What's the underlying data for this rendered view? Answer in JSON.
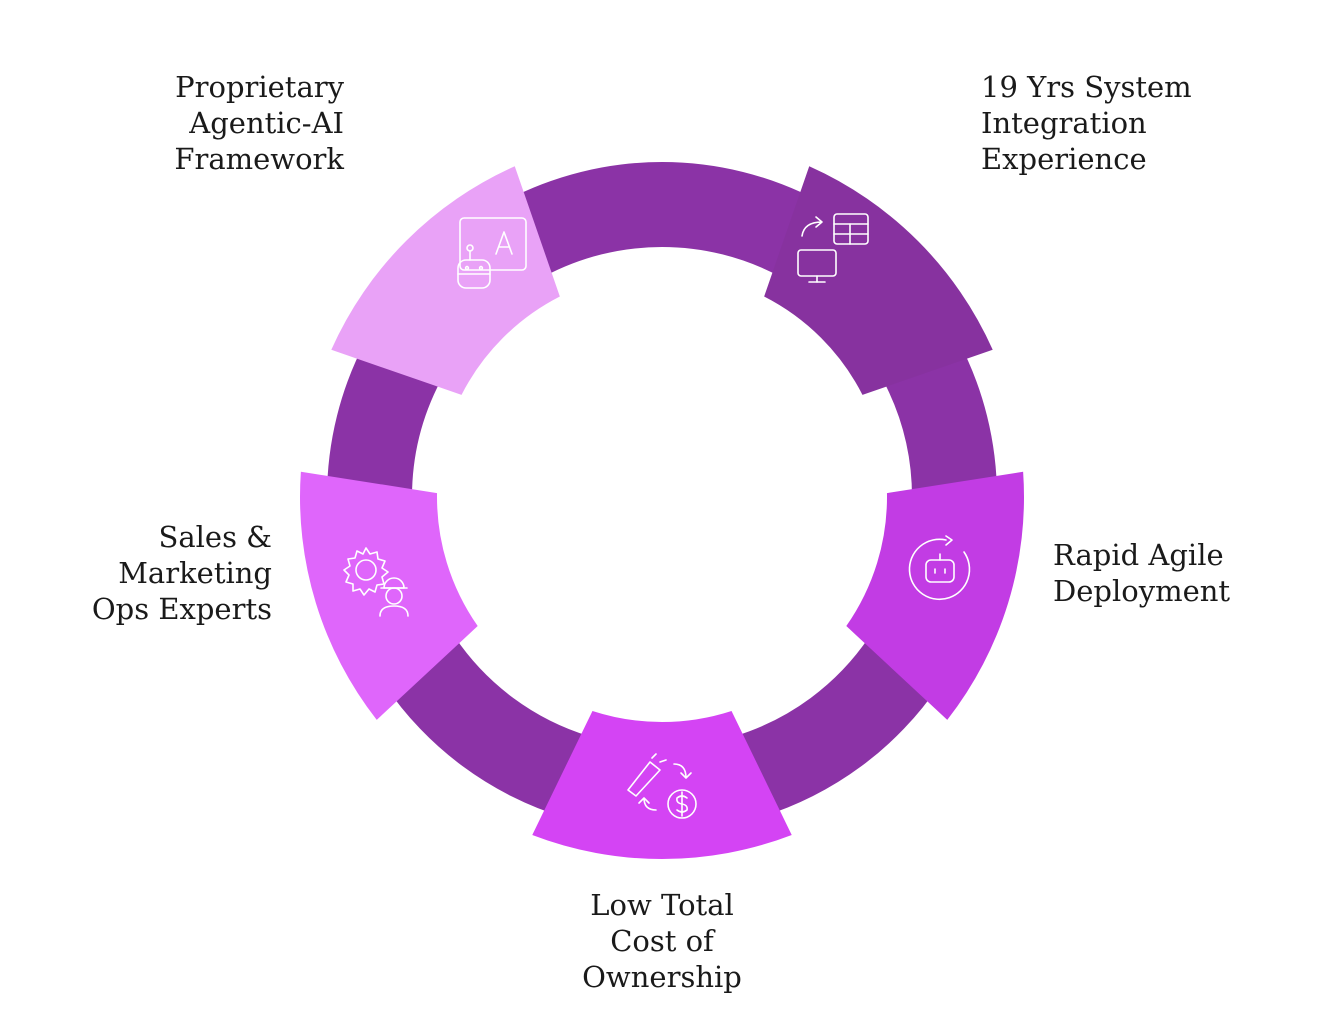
{
  "nodes": [
    {
      "id": "framework",
      "lines": [
        "Proprietary",
        "Agentic-AI",
        "Framework"
      ],
      "color": "#e9a2f7",
      "icon": "ai-robot-icon"
    },
    {
      "id": "integration",
      "lines": [
        "19 Yrs System",
        "Integration",
        "Experience"
      ],
      "color": "#87329f",
      "icon": "system-integration-icon"
    },
    {
      "id": "deployment",
      "lines": [
        "Rapid Agile",
        "Deployment"
      ],
      "color": "#c23ce4",
      "icon": "bot-refresh-icon"
    },
    {
      "id": "cost",
      "lines": [
        "Low Total",
        "Cost of",
        "Ownership"
      ],
      "color": "#d444f4",
      "icon": "cost-cycle-icon"
    },
    {
      "id": "experts",
      "lines": [
        "Sales &",
        "Marketing",
        "Ops Experts"
      ],
      "color": "#df66fb",
      "icon": "gear-engineer-icon"
    }
  ],
  "ring_color": "#8b33a6"
}
